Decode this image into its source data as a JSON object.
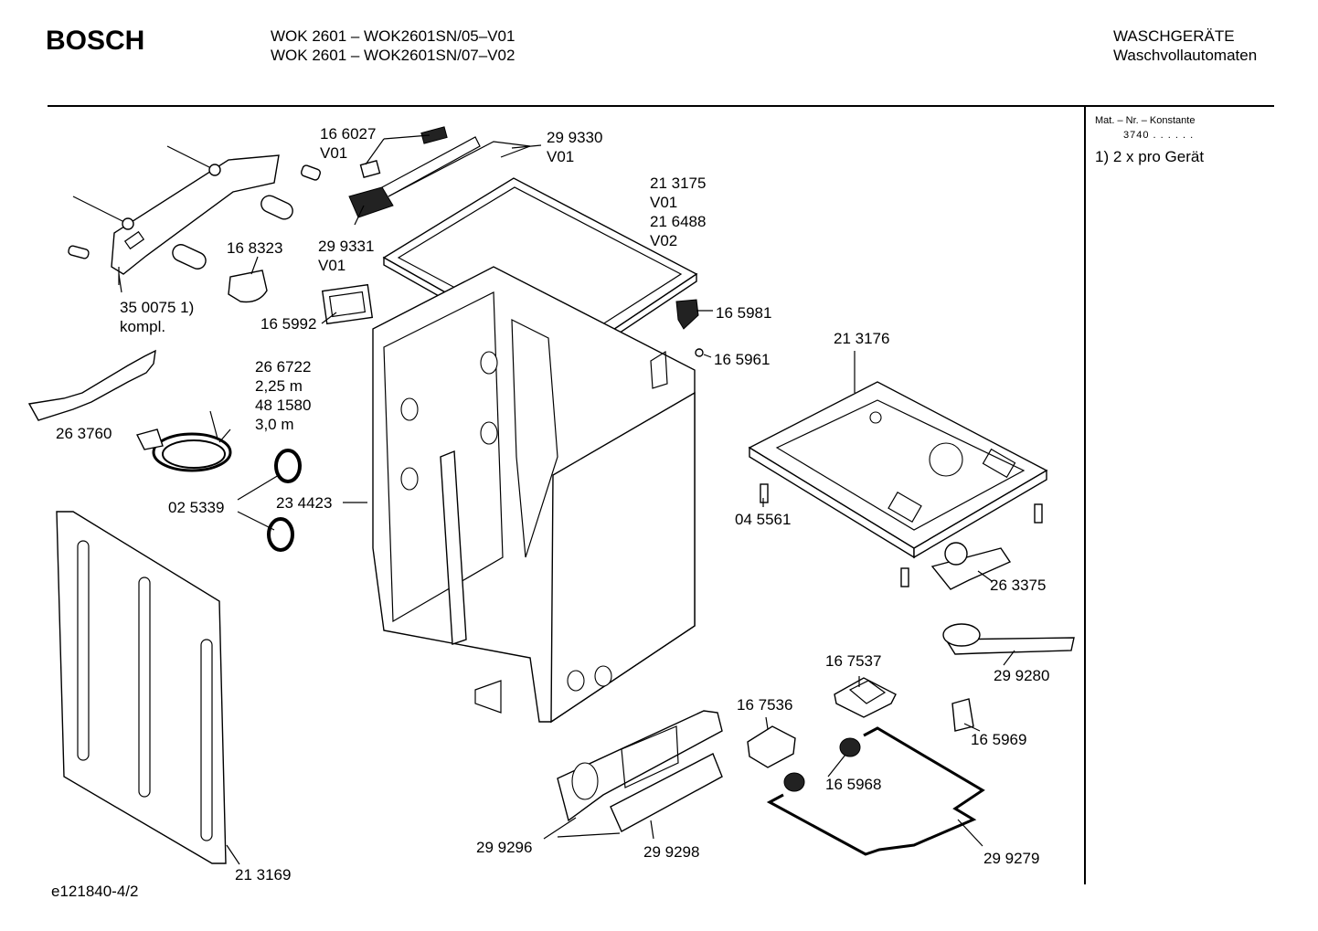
{
  "header": {
    "brand": "BOSCH",
    "model_line_1": "WOK 2601 – WOK2601SN/05–V01",
    "model_line_2": "WOK 2601 – WOK2601SN/07–V02",
    "category_line_1": "WASCHGERÄTE",
    "category_line_2": "Waschvollautomaten"
  },
  "side_panel": {
    "constant_label": "Mat. – Nr. – Konstante",
    "constant_value": "3740 . . . . . .",
    "note": "1)  2 x pro Gerät"
  },
  "footer": {
    "drawing_code": "e121840-4/2"
  },
  "labels": {
    "p166027": "16 6027",
    "p166027_v": "V01",
    "p299330": "29 9330",
    "p299330_v": "V01",
    "p213175": "21 3175",
    "p213175_v": "V01",
    "p216488": "21 6488",
    "p216488_v": "V02",
    "p299331": "29 9331",
    "p299331_v": "V01",
    "p168323": "16 8323",
    "p350075": "35 0075 1)",
    "p350075_k": "kompl.",
    "p165992": "16 5992",
    "p165981": "16 5981",
    "p165961": "16 5961",
    "p213176": "21 3176",
    "p266722": "26 6722",
    "p266722_l": "2,25 m",
    "p481580": "48 1580",
    "p481580_l": "3,0 m",
    "p263760": "26 3760",
    "p025339": "02 5339",
    "p234423": "23 4423",
    "p045561": "04 5561",
    "p263375": "26 3375",
    "p299280": "29 9280",
    "p167537": "16 7537",
    "p167536": "16 7536",
    "p165969": "16 5969",
    "p165968": "16 5968",
    "p299296": "29 9296",
    "p299298": "29 9298",
    "p299279": "29 9279",
    "p213169": "21 3169"
  }
}
